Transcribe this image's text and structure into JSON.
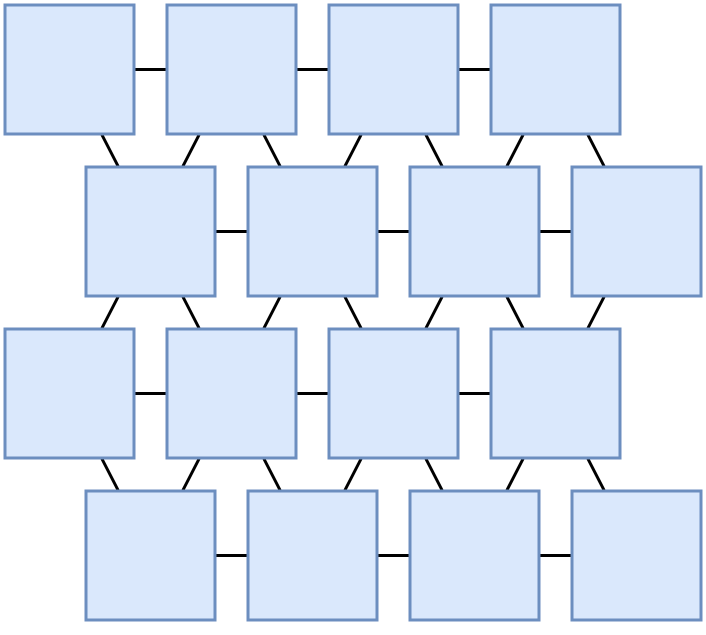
{
  "diagram": {
    "type": "hexagonal-lattice-of-boxes",
    "colors": {
      "box_fill": "#dae8fc",
      "box_stroke": "#6c8ebf",
      "connector": "#000000",
      "background": "#ffffff"
    },
    "rows": [
      {
        "id": "row-1",
        "node_count": 4,
        "offset": false
      },
      {
        "id": "row-2",
        "node_count": 4,
        "offset": true
      },
      {
        "id": "row-3",
        "node_count": 4,
        "offset": false
      },
      {
        "id": "row-4",
        "node_count": 4,
        "offset": true
      }
    ],
    "connections": {
      "horizontal_between_row_neighbors": true,
      "diagonal_between_adjacent_rows": true
    }
  }
}
